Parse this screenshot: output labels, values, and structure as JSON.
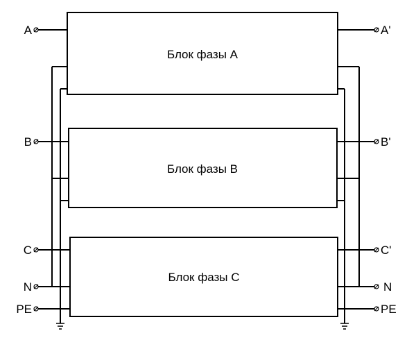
{
  "blocks": [
    {
      "label": "Блок фазы A"
    },
    {
      "label": "Блок фазы B"
    },
    {
      "label": "Блок фазы C"
    }
  ],
  "terminals_left": [
    "A",
    "B",
    "C",
    "N",
    "PE"
  ],
  "terminals_right": [
    "A'",
    "B'",
    "C'",
    "N",
    "PE"
  ],
  "colors": {
    "line": "#000000",
    "background": "#ffffff"
  }
}
